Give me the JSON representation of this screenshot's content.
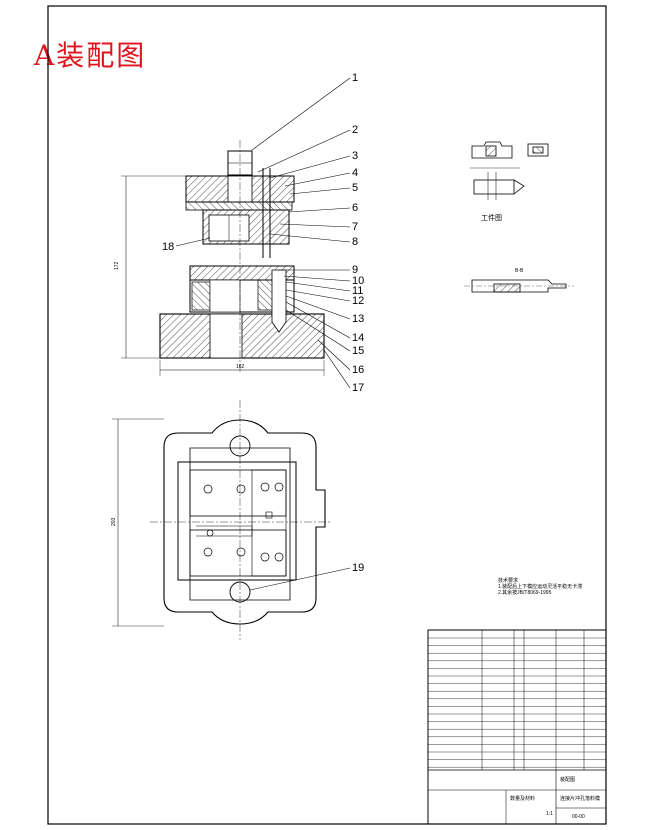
{
  "title": "A装配图",
  "callouts": [
    "1",
    "2",
    "3",
    "4",
    "5",
    "6",
    "7",
    "8",
    "9",
    "10",
    "11",
    "12",
    "13",
    "14",
    "15",
    "16",
    "17",
    "18",
    "19"
  ],
  "workpiece_label": "工件图",
  "side_view_label": "B-B",
  "dims": {
    "height": "172",
    "width": "162",
    "plan_height": "203"
  },
  "notes": {
    "heading": "技术要求",
    "lines": [
      "1.装配后上下模应运动灵活平稳无卡滞",
      "2.其余按JB/T8069-1995"
    ]
  },
  "title_block": {
    "material": "数量及材料",
    "drawing_name": "连接片冲孔落料模",
    "drawing_no": "00-00",
    "scale": "1:1",
    "spec": "装配图"
  }
}
